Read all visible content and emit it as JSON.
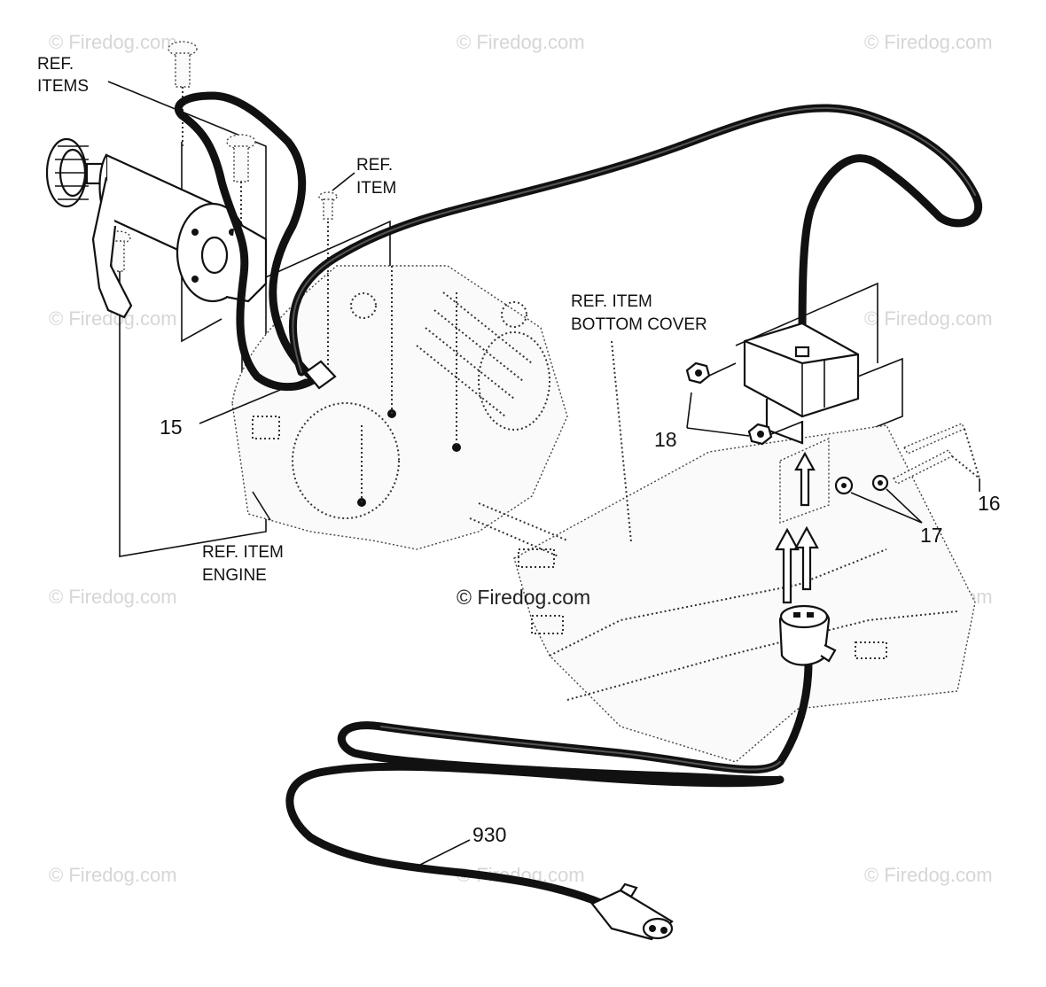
{
  "labels": {
    "ref_items": [
      "REF.",
      "ITEMS"
    ],
    "ref_item": [
      "REF.",
      "ITEM"
    ],
    "bottom_cover": [
      "REF. ITEM",
      "BOTTOM COVER"
    ],
    "engine": [
      "REF. ITEM",
      "ENGINE"
    ]
  },
  "part_numbers": {
    "p15": "15",
    "p16": "16",
    "p17": "17",
    "p18": "18",
    "p930": "930"
  },
  "watermark": {
    "text": "© Firedog.com"
  }
}
